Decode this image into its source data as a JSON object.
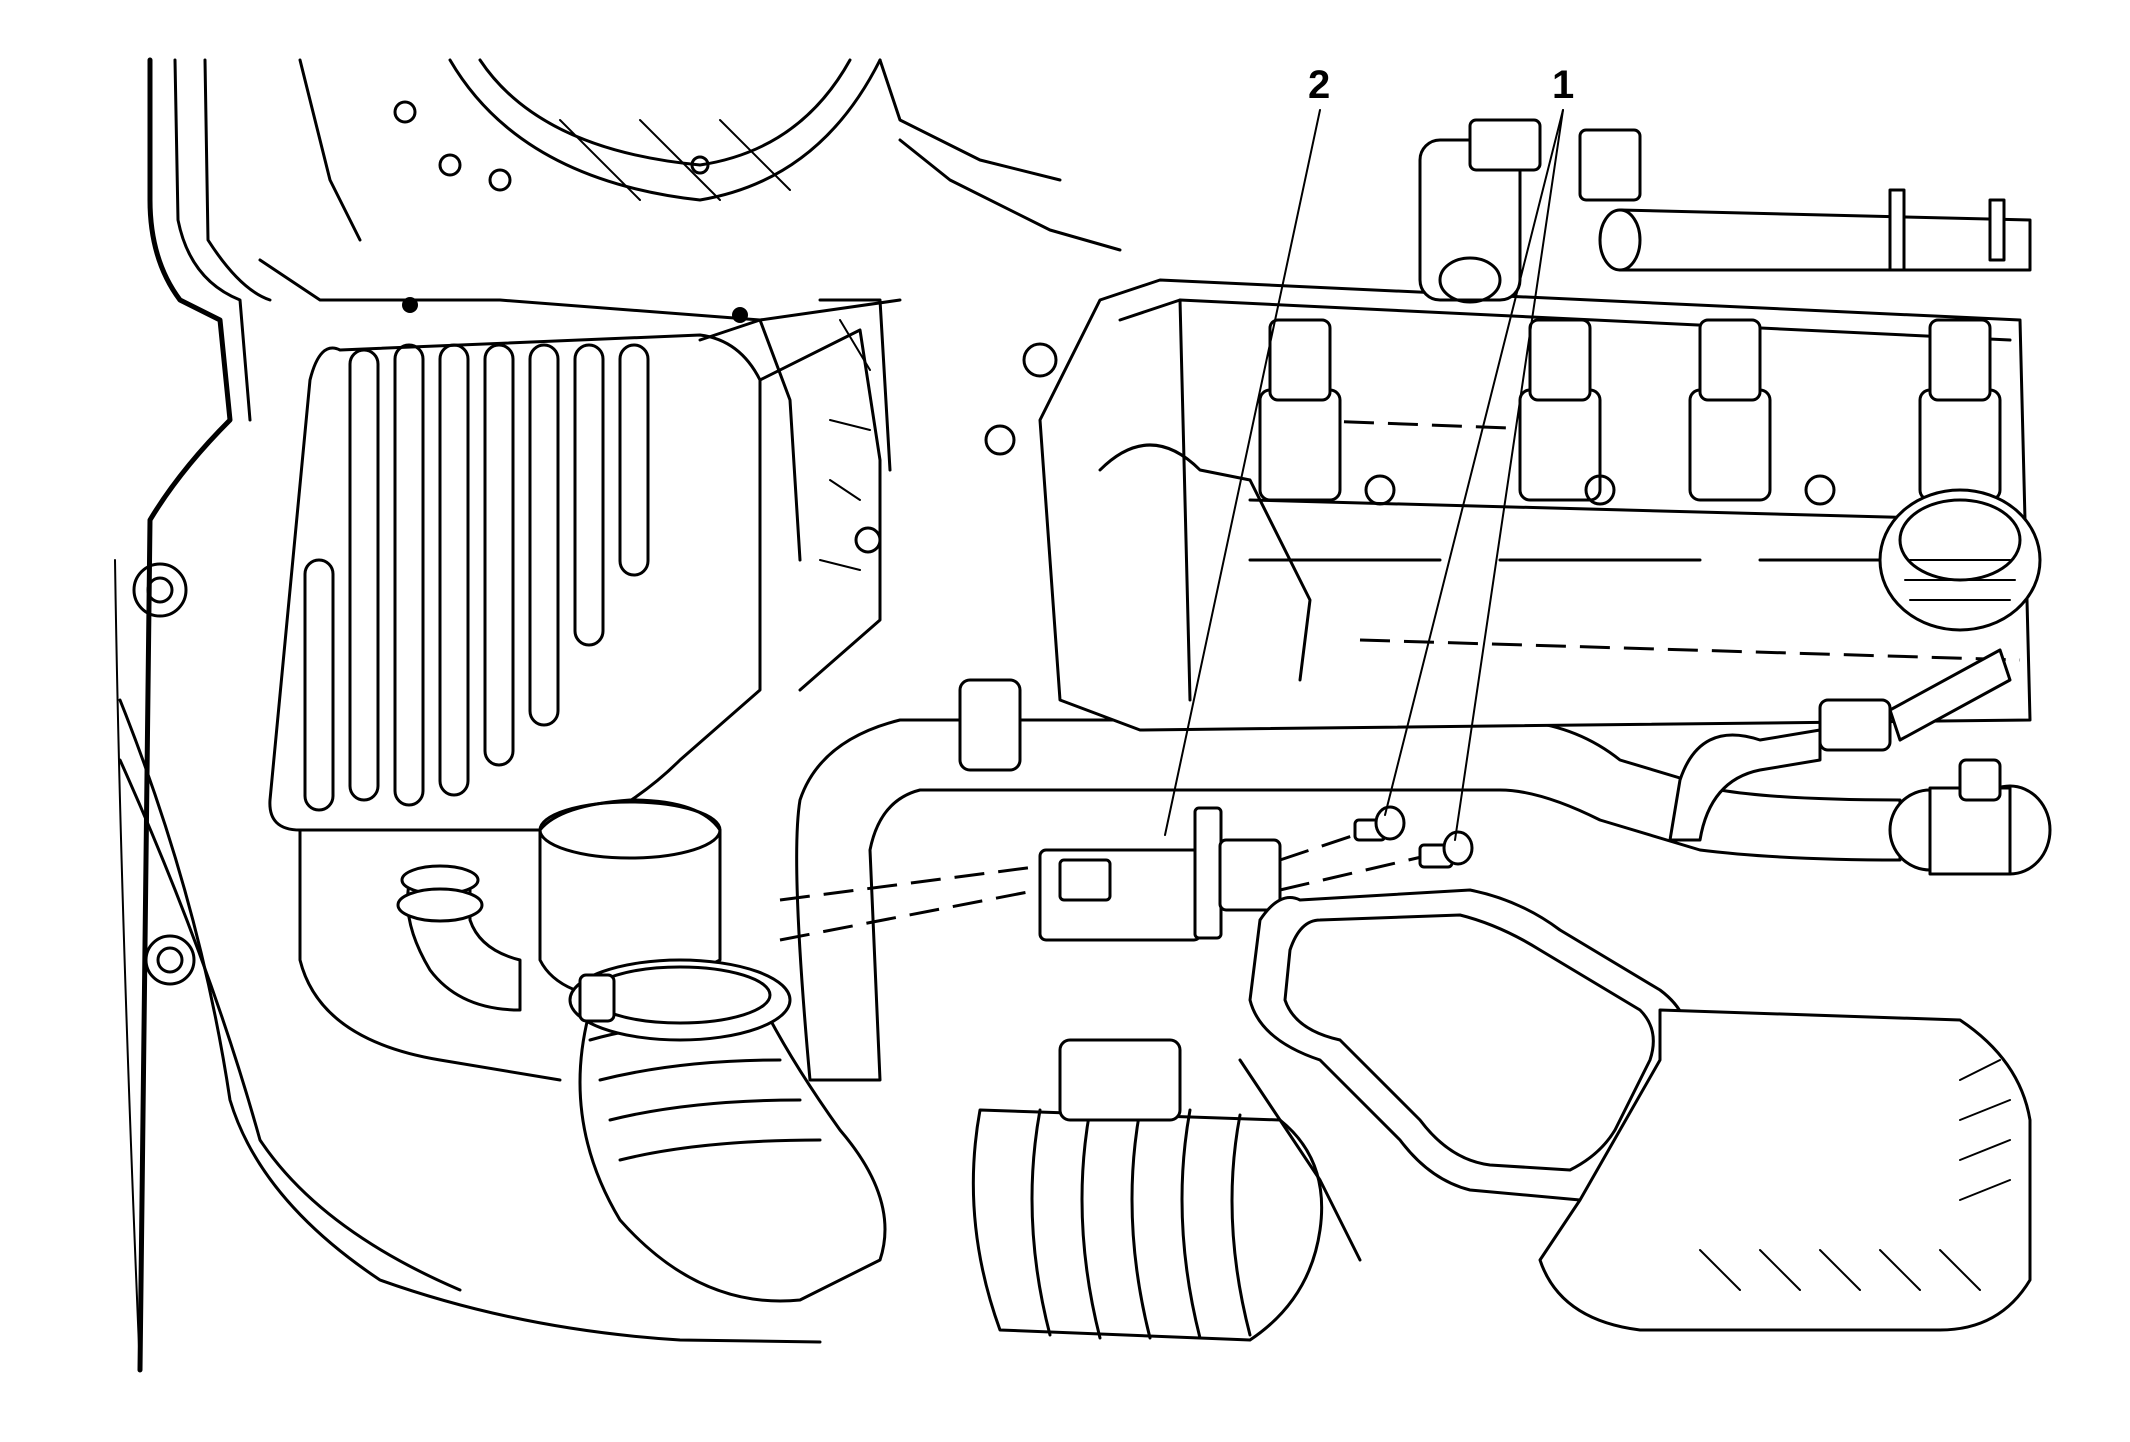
{
  "callouts": [
    {
      "id": "1",
      "label": "1"
    },
    {
      "id": "2",
      "label": "2"
    }
  ]
}
